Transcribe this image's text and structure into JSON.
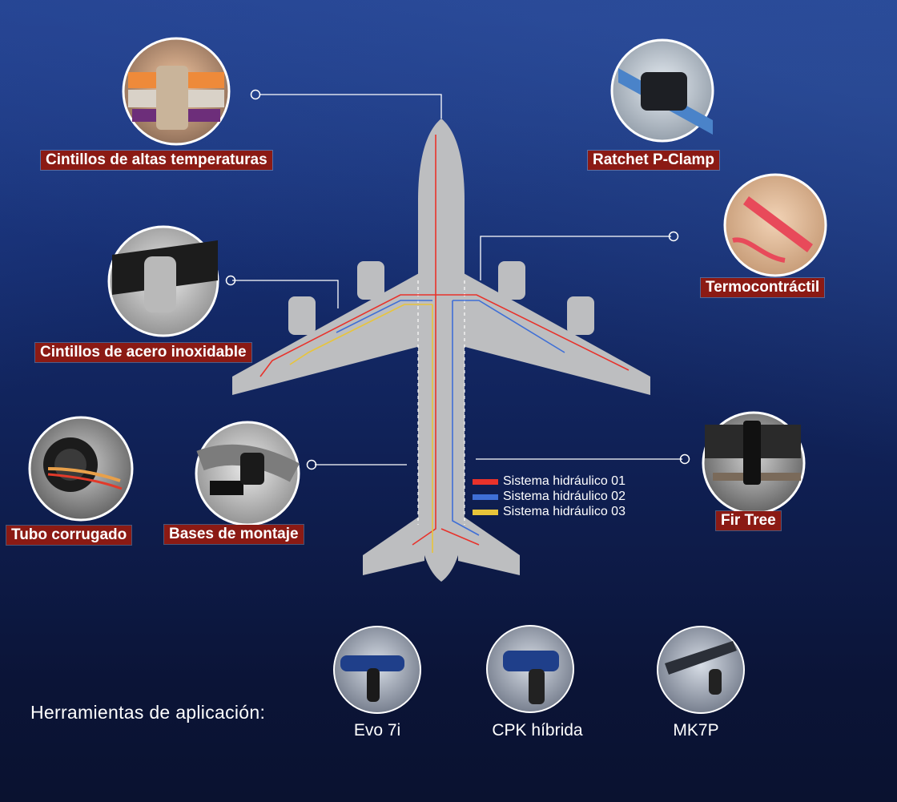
{
  "colors": {
    "label_bg": "#8b1a14",
    "hydraulic_01": "#e8322b",
    "hydraulic_02": "#3f6fd6",
    "hydraulic_03": "#e8c43a",
    "plane": "#bdbec0"
  },
  "components": [
    {
      "id": "high-temp-ties",
      "label": "Cintillos de altas temperaturas",
      "icon": "cable-tie-photo"
    },
    {
      "id": "ratchet-pclamp",
      "label": "Ratchet P-Clamp",
      "icon": "p-clamp-photo"
    },
    {
      "id": "heat-shrink",
      "label": "Termocontráctil",
      "icon": "heat-shrink-photo"
    },
    {
      "id": "stainless-ties",
      "label": "Cintillos de acero inoxidable",
      "icon": "stainless-tie-photo"
    },
    {
      "id": "corrugated-tube",
      "label": "Tubo corrugado",
      "icon": "corrugated-tube-photo"
    },
    {
      "id": "mounting-bases",
      "label": "Bases de montaje",
      "icon": "mounting-base-photo"
    },
    {
      "id": "fir-tree",
      "label": "Fir Tree",
      "icon": "fir-tree-photo"
    }
  ],
  "legend": [
    {
      "label": "Sistema hidráulico 01",
      "color": "#e8322b"
    },
    {
      "label": "Sistema hidráulico 02",
      "color": "#3f6fd6"
    },
    {
      "label": "Sistema hidráulico 03",
      "color": "#e8c43a"
    }
  ],
  "tools": {
    "heading": "Herramientas de aplicación:",
    "items": [
      {
        "label": "Evo 7i",
        "icon": "tensioning-tool-photo"
      },
      {
        "label": "CPK híbrida",
        "icon": "tensioning-tool-photo"
      },
      {
        "label": "MK7P",
        "icon": "tensioning-tool-photo"
      }
    ]
  }
}
